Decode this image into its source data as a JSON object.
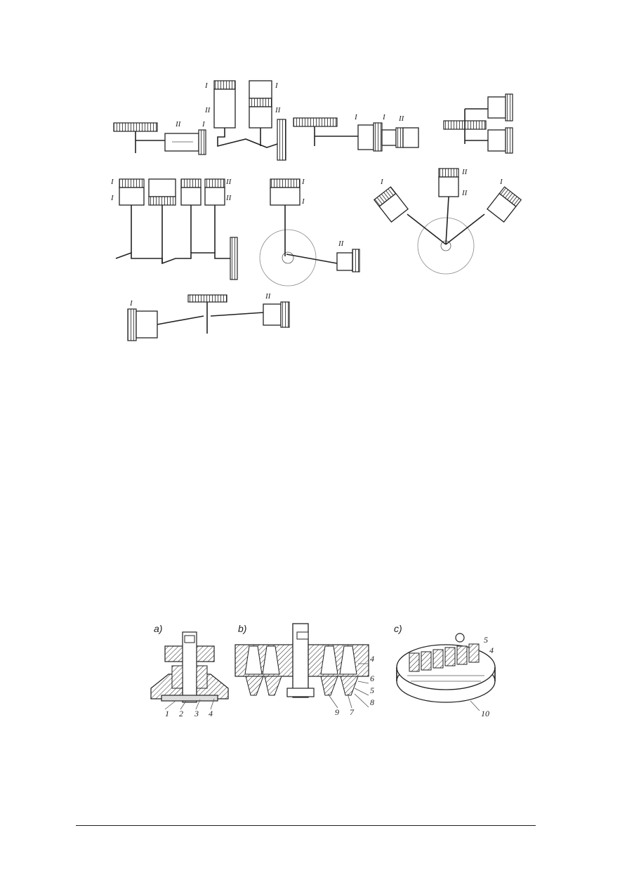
{
  "figure_top": {
    "roman_labels": [
      "I",
      "II"
    ]
  },
  "figure_bottom": {
    "subfigures": [
      {
        "label": "a)",
        "callouts": [
          "1",
          "2",
          "3",
          "4"
        ]
      },
      {
        "label": "b)",
        "callouts": [
          "4",
          "6",
          "5",
          "8",
          "9",
          "7"
        ]
      },
      {
        "label": "c)",
        "callouts": [
          "5",
          "4",
          "10"
        ]
      }
    ]
  }
}
